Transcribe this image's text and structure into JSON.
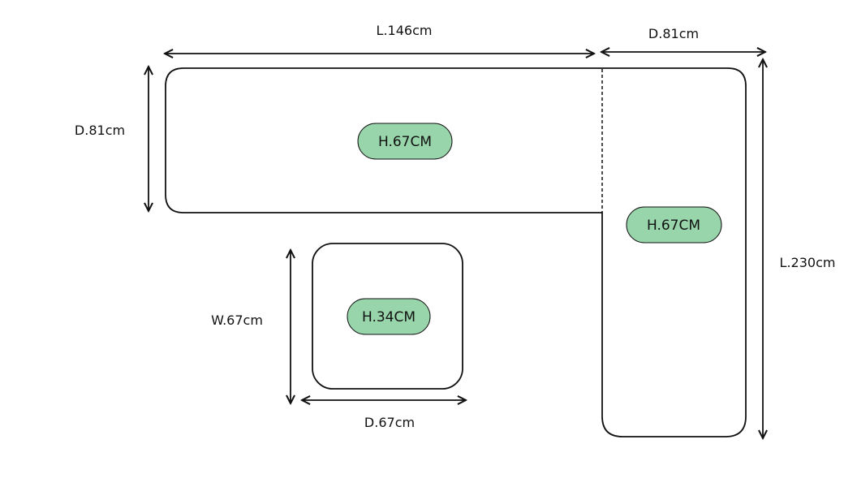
{
  "colors": {
    "pill_fill": "#98d5ab",
    "line": "#111111"
  },
  "sofa": {
    "horizontal_section": {
      "length_label": "L.146cm",
      "depth_label": "D.81cm",
      "height_label": "H.67CM"
    },
    "vertical_section": {
      "depth_label": "D.81cm",
      "length_label": "L.230cm",
      "height_label": "H.67CM"
    }
  },
  "ottoman": {
    "width_label": "W.67cm",
    "depth_label": "D.67cm",
    "height_label": "H.34CM"
  }
}
